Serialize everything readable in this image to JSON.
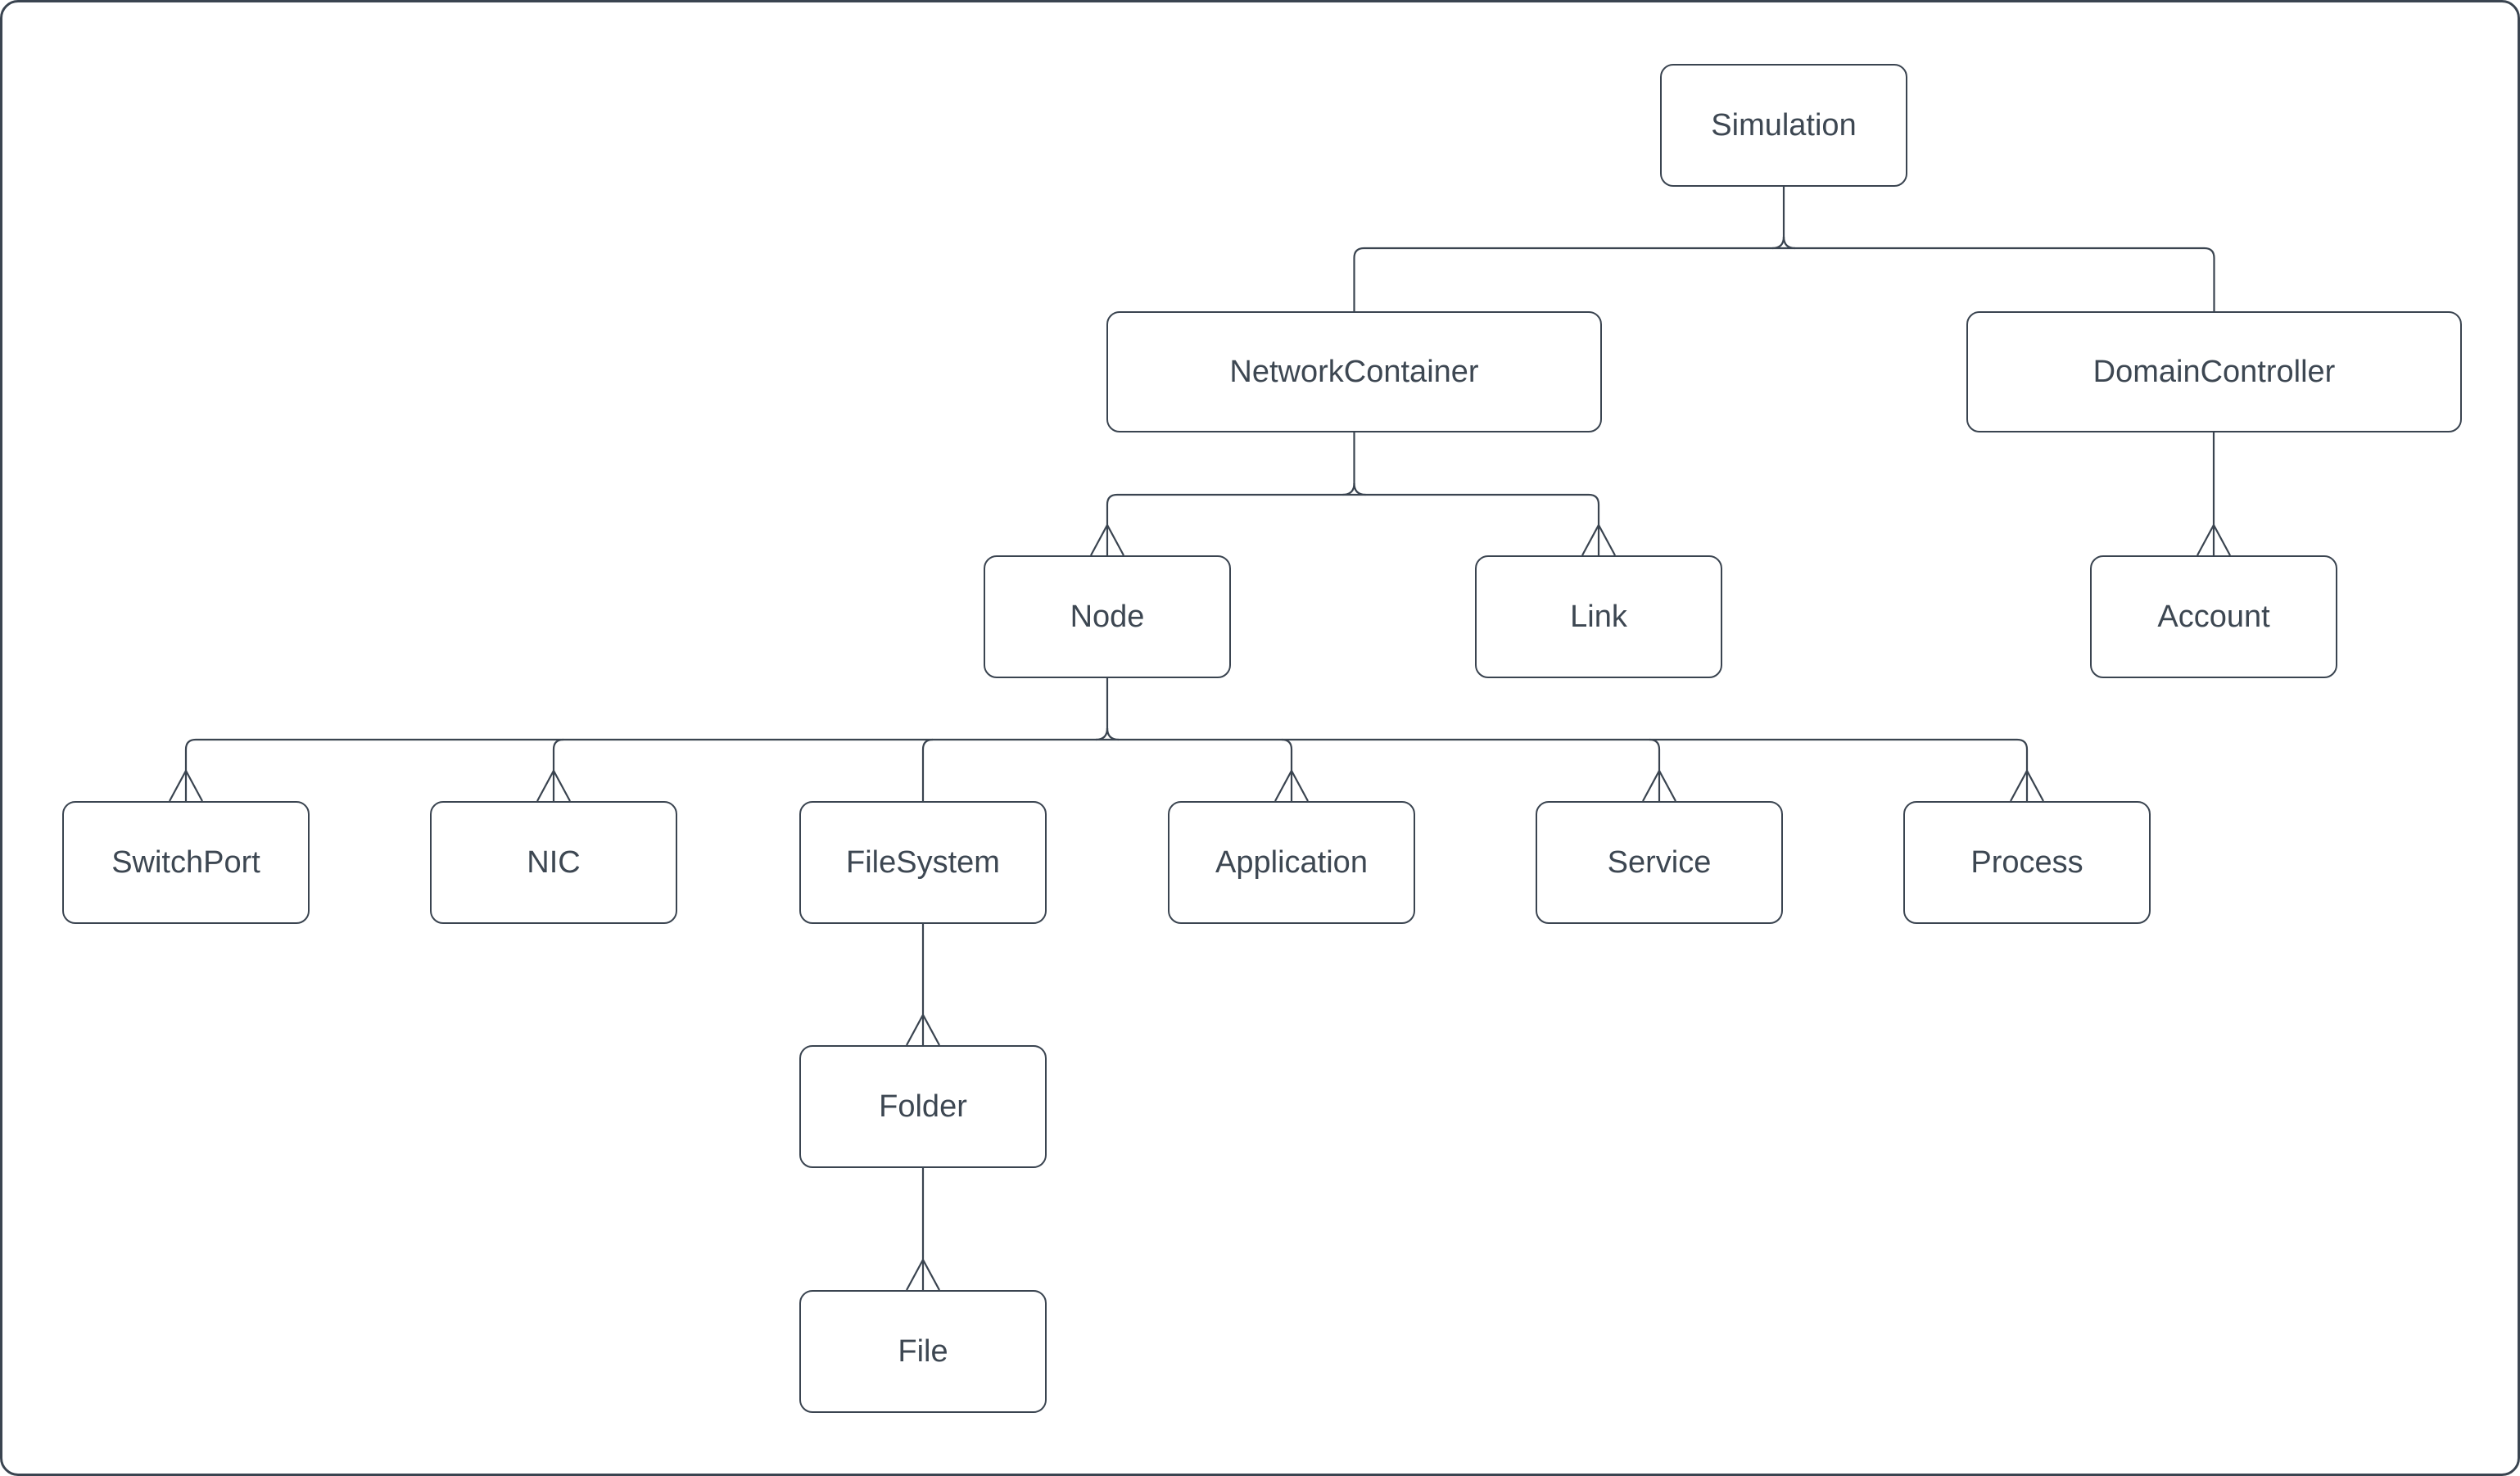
{
  "diagram": {
    "type": "class-hierarchy-tree",
    "colors": {
      "stroke": "#3a4450",
      "text": "#3d4752",
      "box_fill": "#ffffff",
      "background": "#ffffff"
    },
    "nodes": [
      {
        "id": "simulation",
        "label": "Simulation"
      },
      {
        "id": "network-container",
        "label": "NetworkContainer"
      },
      {
        "id": "domain-controller",
        "label": "DomainController"
      },
      {
        "id": "node",
        "label": "Node"
      },
      {
        "id": "link",
        "label": "Link"
      },
      {
        "id": "account",
        "label": "Account"
      },
      {
        "id": "switch-port",
        "label": "SwitchPort"
      },
      {
        "id": "nic",
        "label": "NIC"
      },
      {
        "id": "file-system",
        "label": "FileSystem"
      },
      {
        "id": "application",
        "label": "Application"
      },
      {
        "id": "service",
        "label": "Service"
      },
      {
        "id": "process",
        "label": "Process"
      },
      {
        "id": "folder",
        "label": "Folder"
      },
      {
        "id": "file",
        "label": "File"
      }
    ],
    "edges": [
      {
        "from": "Simulation",
        "to": "NetworkContainer",
        "arrowhead": false
      },
      {
        "from": "Simulation",
        "to": "DomainController",
        "arrowhead": false
      },
      {
        "from": "NetworkContainer",
        "to": "Node",
        "arrowhead": true
      },
      {
        "from": "NetworkContainer",
        "to": "Link",
        "arrowhead": true
      },
      {
        "from": "DomainController",
        "to": "Account",
        "arrowhead": true
      },
      {
        "from": "Node",
        "to": "SwitchPort",
        "arrowhead": true
      },
      {
        "from": "Node",
        "to": "NIC",
        "arrowhead": true
      },
      {
        "from": "Node",
        "to": "FileSystem",
        "arrowhead": false
      },
      {
        "from": "Node",
        "to": "Application",
        "arrowhead": true
      },
      {
        "from": "Node",
        "to": "Service",
        "arrowhead": true
      },
      {
        "from": "Node",
        "to": "Process",
        "arrowhead": true
      },
      {
        "from": "FileSystem",
        "to": "Folder",
        "arrowhead": true
      },
      {
        "from": "Folder",
        "to": "File",
        "arrowhead": true
      }
    ]
  }
}
